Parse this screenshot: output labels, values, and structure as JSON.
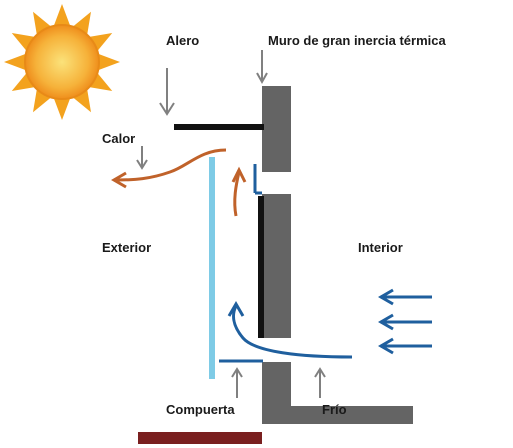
{
  "labels": {
    "alero": "Alero",
    "muro": "Muro de gran inercia térmica",
    "calor": "Calor",
    "exterior": "Exterior",
    "interior": "Interior",
    "compuerta": "Compuerta",
    "frio": "Frío"
  },
  "colors": {
    "wall": "#646464",
    "warm_arrow": "#c0622a",
    "cool_arrow": "#1f5f9e",
    "glass": "#7ecbe6",
    "sun_core": "#f5a623",
    "sun_rays": "#f3a21e",
    "pointer_arrows": "#808080",
    "floor_exterior": "#7a1f1f"
  },
  "icons": [
    "sun-icon"
  ]
}
